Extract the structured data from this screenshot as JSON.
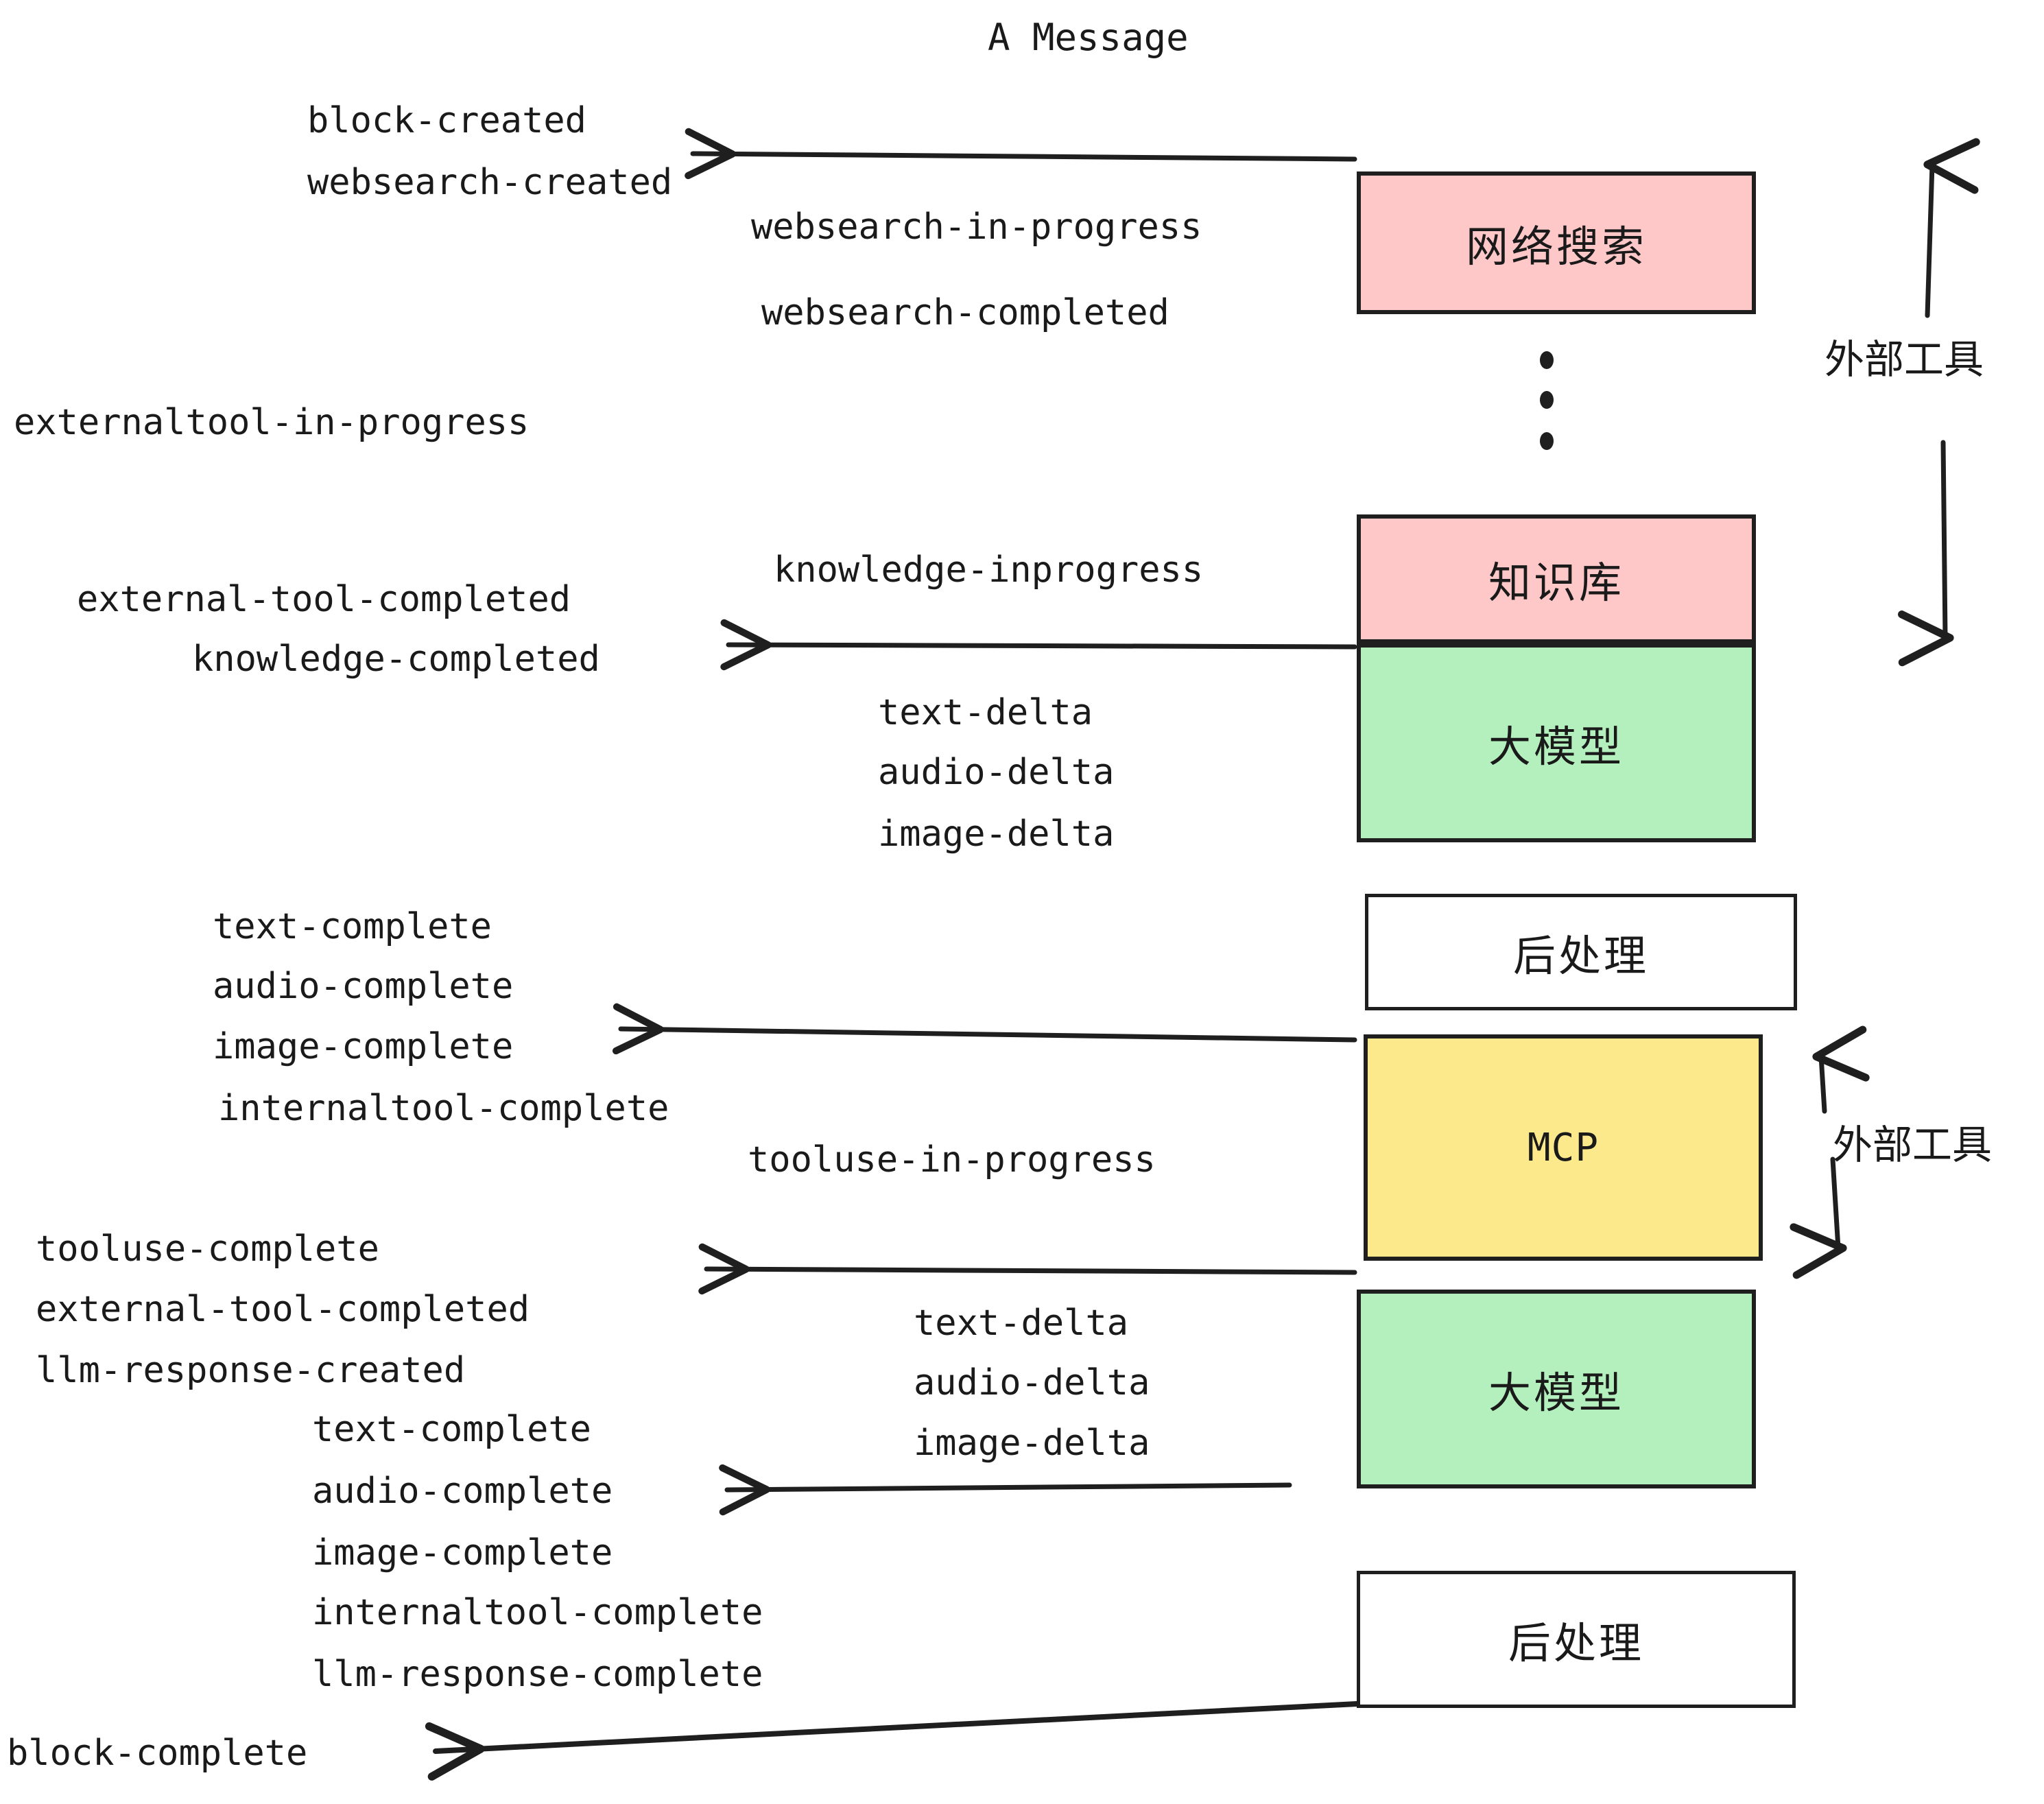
{
  "title": "A Message",
  "colors": {
    "pink": "#FFC8C8",
    "green": "#B4F0BE",
    "yellow": "#FCE98C",
    "white": "#FFFFFF",
    "stroke": "#1F1F1F",
    "text": "#1A1A1A"
  },
  "boxes": [
    {
      "id": "websearch",
      "label": "网络搜索",
      "fill": "#FFC8C8"
    },
    {
      "id": "knowledge",
      "label": "知识库",
      "fill": "#FFC8C8"
    },
    {
      "id": "llm-1",
      "label": "大模型",
      "fill": "#B4F0BE"
    },
    {
      "id": "postprocess-1",
      "label": "后处理",
      "fill": "#FFFFFF"
    },
    {
      "id": "mcp",
      "label": "MCP",
      "fill": "#FCE98C"
    },
    {
      "id": "llm-2",
      "label": "大模型",
      "fill": "#B4F0BE"
    },
    {
      "id": "postprocess-2",
      "label": "后处理",
      "fill": "#FFFFFF"
    }
  ],
  "side_labels": [
    {
      "id": "external-tools-top",
      "label": "外部工具"
    },
    {
      "id": "external-tools-bottom",
      "label": "外部工具"
    }
  ],
  "events": [
    {
      "id": "block-created",
      "text": "block-created"
    },
    {
      "id": "websearch-created",
      "text": "websearch-created"
    },
    {
      "id": "websearch-in-progress",
      "text": "websearch-in-progress"
    },
    {
      "id": "websearch-completed",
      "text": "websearch-completed"
    },
    {
      "id": "externaltool-in-progress",
      "text": "externaltool-in-progress"
    },
    {
      "id": "knowledge-inprogress",
      "text": "knowledge-inprogress"
    },
    {
      "id": "external-tool-completed-1",
      "text": "external-tool-completed"
    },
    {
      "id": "knowledge-completed",
      "text": "knowledge-completed"
    },
    {
      "id": "text-delta-1",
      "text": "text-delta"
    },
    {
      "id": "audio-delta-1",
      "text": "audio-delta"
    },
    {
      "id": "image-delta-1",
      "text": "image-delta"
    },
    {
      "id": "text-complete-1",
      "text": "text-complete"
    },
    {
      "id": "audio-complete-1",
      "text": "audio-complete"
    },
    {
      "id": "image-complete-1",
      "text": "image-complete"
    },
    {
      "id": "internaltool-complete-1",
      "text": "internaltool-complete"
    },
    {
      "id": "tooluse-in-progress",
      "text": "tooluse-in-progress"
    },
    {
      "id": "tooluse-complete",
      "text": "tooluse-complete"
    },
    {
      "id": "external-tool-completed-2",
      "text": "external-tool-completed"
    },
    {
      "id": "llm-response-created",
      "text": "llm-response-created"
    },
    {
      "id": "text-delta-2",
      "text": "text-delta"
    },
    {
      "id": "audio-delta-2",
      "text": "audio-delta"
    },
    {
      "id": "image-delta-2",
      "text": "image-delta"
    },
    {
      "id": "text-complete-2",
      "text": "text-complete"
    },
    {
      "id": "audio-complete-2",
      "text": "audio-complete"
    },
    {
      "id": "image-complete-2",
      "text": "image-complete"
    },
    {
      "id": "internaltool-complete-2",
      "text": "internaltool-complete"
    },
    {
      "id": "llm-response-complete",
      "text": "llm-response-complete"
    },
    {
      "id": "block-complete",
      "text": "block-complete"
    }
  ]
}
